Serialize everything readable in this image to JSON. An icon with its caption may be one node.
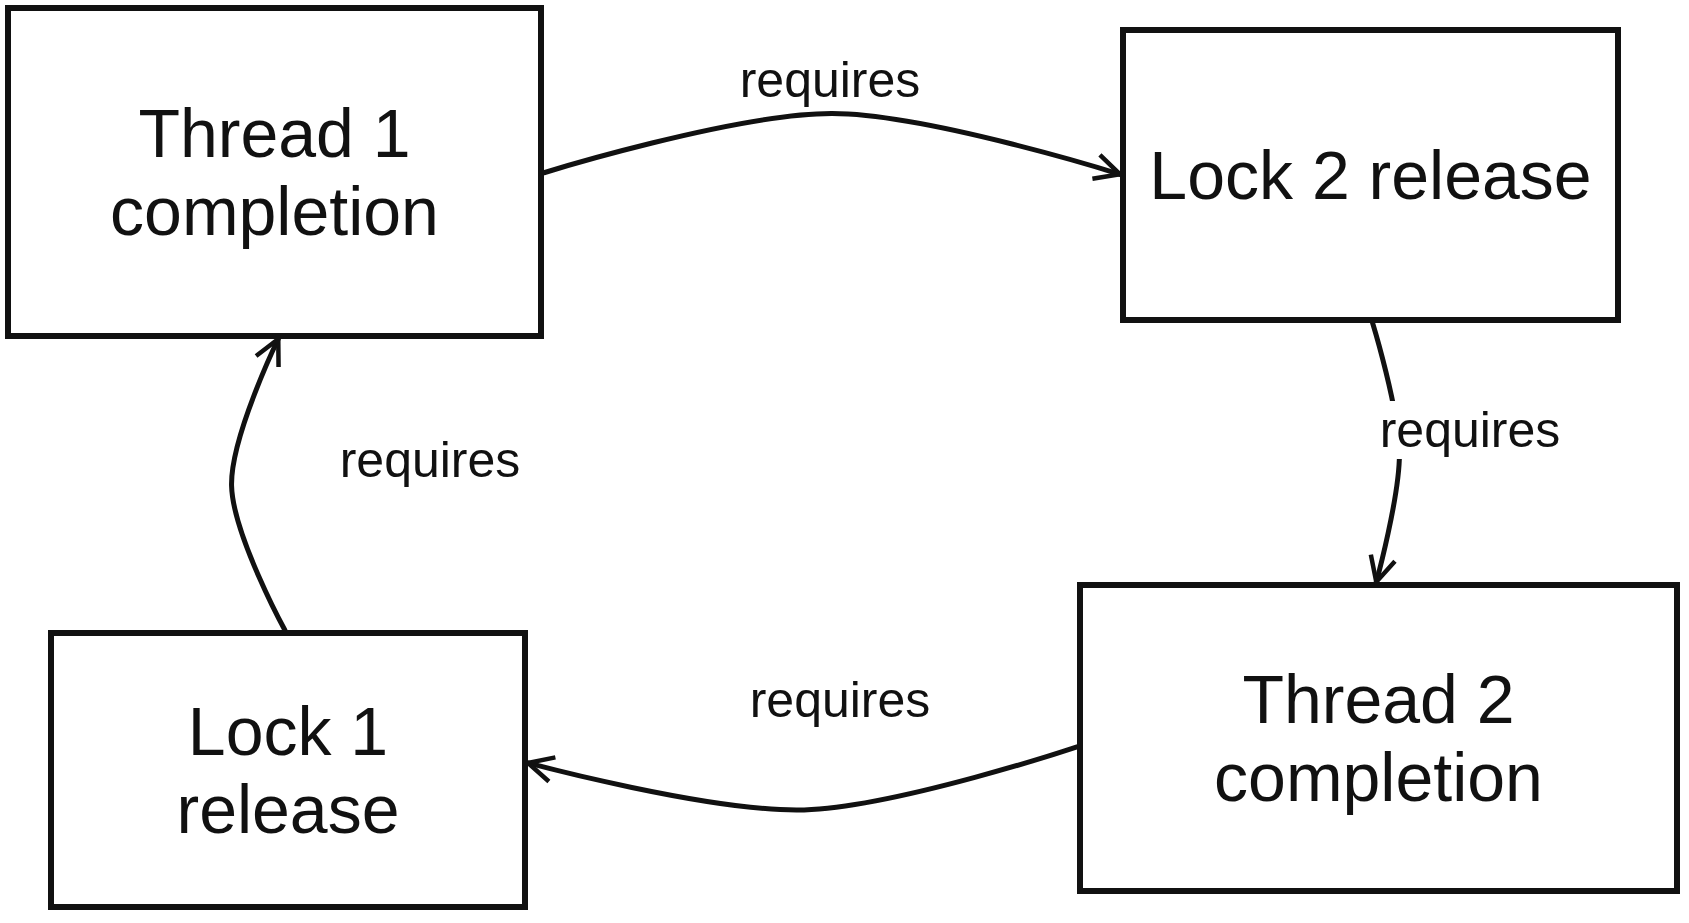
{
  "diagram": {
    "nodes": [
      {
        "text": [
          "Thread 1 completion"
        ]
      },
      {
        "text": [
          "Lock 2 release"
        ]
      },
      {
        "text": [
          "Thread 2 completion"
        ]
      },
      {
        "text": [
          "Lock 1 release"
        ]
      }
    ],
    "edges": [
      {
        "from": 0,
        "to": 1,
        "arrow": "to",
        "label": "requires"
      },
      {
        "from": 1,
        "to": 2,
        "arrow": "to",
        "label": "requires"
      },
      {
        "from": 2,
        "to": 3,
        "arrow": "to",
        "label": "requires"
      },
      {
        "from": 3,
        "to": 0,
        "arrow": "to",
        "label": "requires"
      }
    ]
  }
}
